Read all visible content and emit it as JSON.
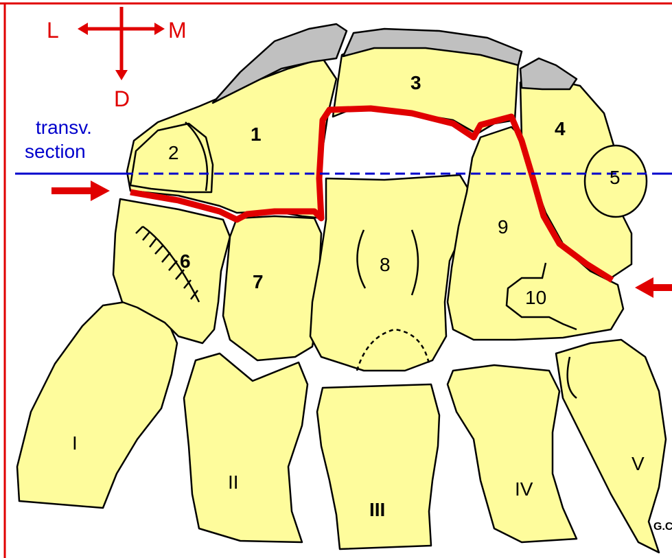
{
  "orientation": {
    "lateral": "L",
    "medial": "M",
    "distal": "D"
  },
  "section": {
    "line1": "transv.",
    "line2": "section"
  },
  "bones": {
    "b1": "1",
    "b2": "2",
    "b3": "3",
    "b4": "4",
    "b5": "5",
    "b6": "6",
    "b7": "7",
    "b8": "8",
    "b9": "9",
    "b10": "10",
    "m1": "I",
    "m2": "II",
    "m3": "III",
    "m4": "IV",
    "m5": "V"
  },
  "signature": "G.C",
  "colors": {
    "bone": "#fefc9c",
    "cartilage": "#c0c0c0",
    "joint_line": "#e00000",
    "section_line": "#0000cc",
    "arrow": "#e00000",
    "frame": "#e00000"
  }
}
